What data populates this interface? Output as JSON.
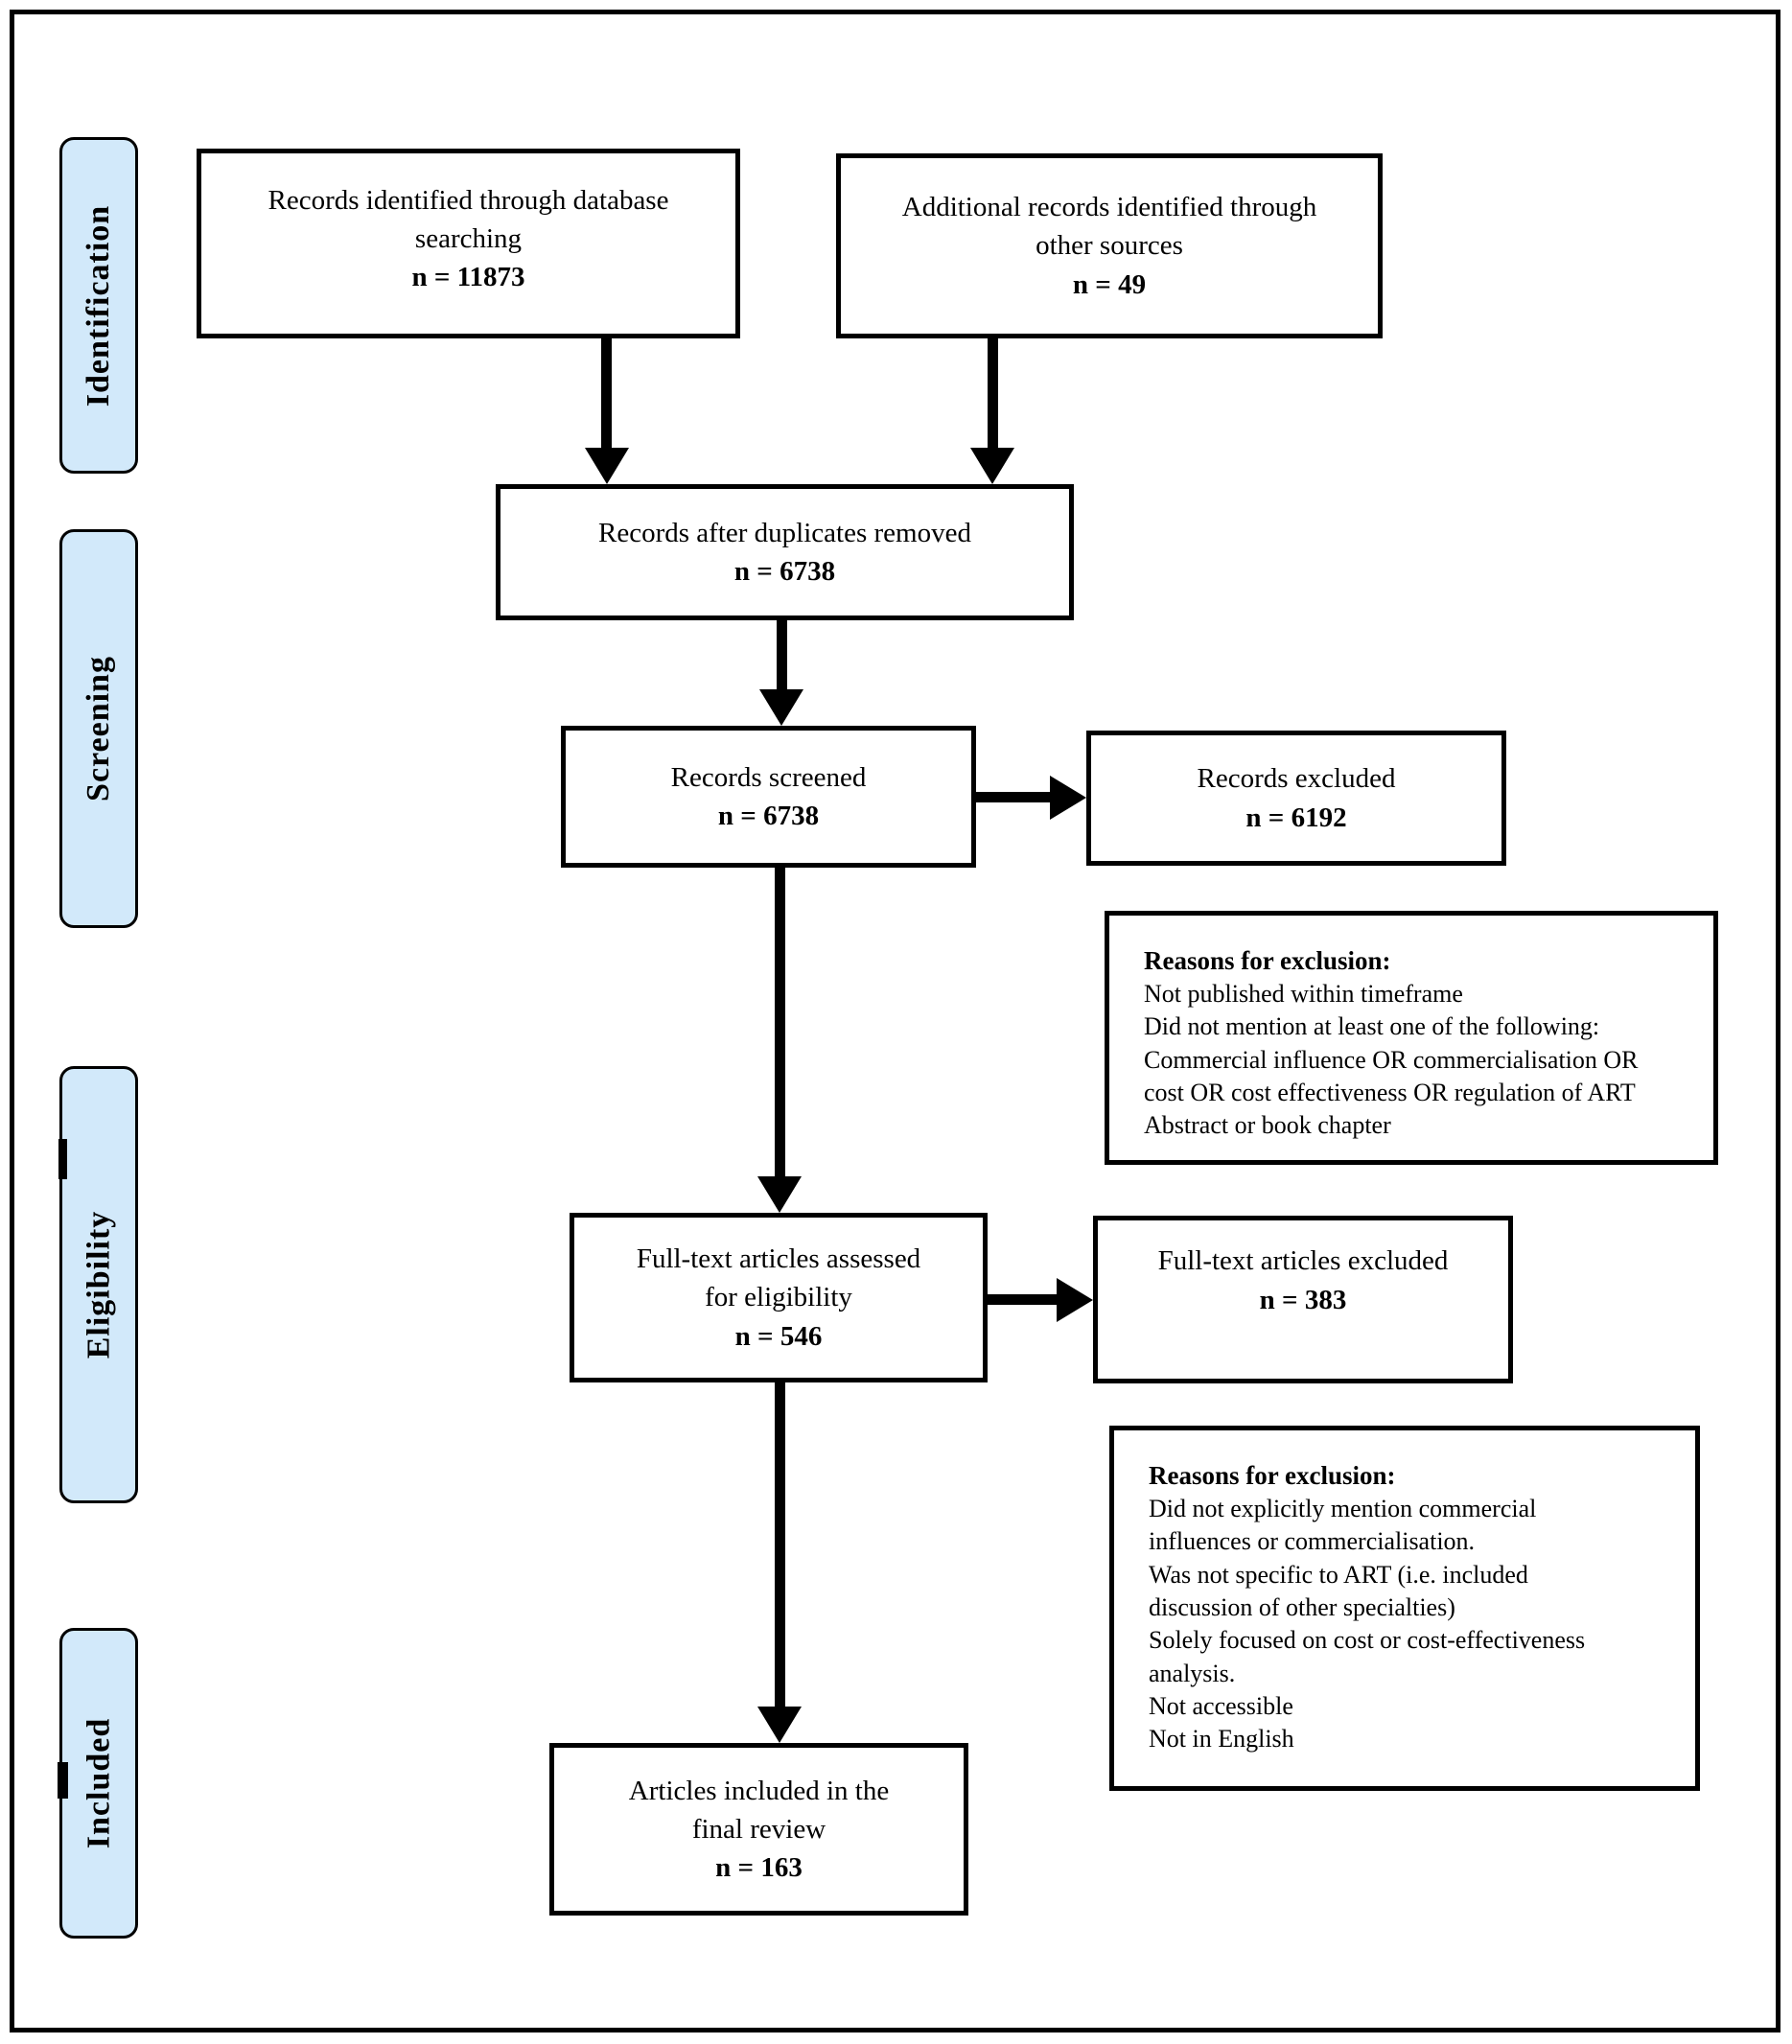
{
  "stages": [
    {
      "label": "Identification"
    },
    {
      "label": "Screening"
    },
    {
      "label": "Eligibility"
    },
    {
      "label": "Included"
    }
  ],
  "nodes": {
    "identified": {
      "label": "Records identified through database\nsearching",
      "count": "n = 11873"
    },
    "additional": {
      "label": "Additional records identified through\nother sources",
      "count": "n = 49"
    },
    "deduplicated": {
      "label": "Records after duplicates removed",
      "count": "n = 6738"
    },
    "screened": {
      "label": "Records screened",
      "count": "n = 6738"
    },
    "records_excluded": {
      "label": "Records excluded",
      "count": "n = 6192"
    },
    "fulltext_assessed": {
      "label": "Full-text articles assessed\nfor eligibility",
      "count": "n = 546"
    },
    "fulltext_excluded": {
      "label": "Full-text articles excluded",
      "count": "n = 383"
    },
    "included_final": {
      "label": "Articles included in the\nfinal review",
      "count": "n = 163"
    }
  },
  "exclusion_notes": {
    "screening": {
      "title": "Reasons for exclusion:",
      "items": "Not published within timeframe\nDid not mention at least one of the following:\nCommercial influence OR commercialisation OR\ncost OR cost effectiveness OR regulation of ART\nAbstract or book chapter"
    },
    "eligibility": {
      "title": "Reasons for exclusion:",
      "items": "Did not explicitly mention commercial\ninfluences or commercialisation.\nWas not specific to ART (i.e. included\ndiscussion of other specialties)\nSolely focused on cost or cost-effectiveness\nanalysis.\nNot accessible\nNot in English"
    }
  },
  "colors": {
    "stage_fill": "#d2e9fa",
    "line": "#000000",
    "box_fill": "#ffffff"
  }
}
